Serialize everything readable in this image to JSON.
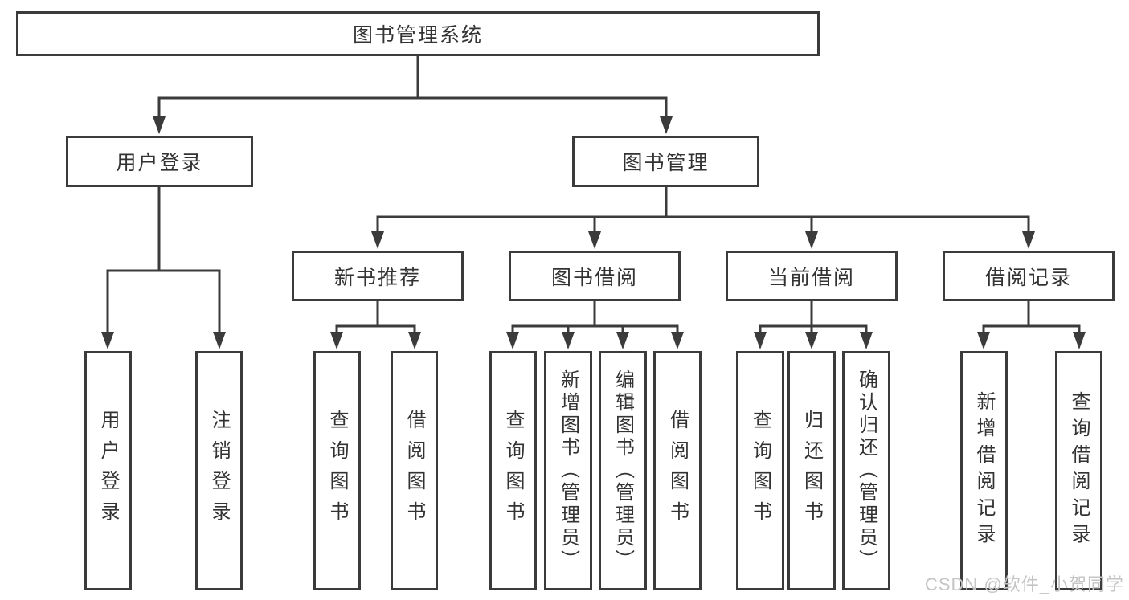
{
  "diagram": {
    "root": {
      "label": "图书管理系统"
    },
    "user_login": {
      "label": "用户登录",
      "children": [
        {
          "label": "用户登录"
        },
        {
          "label": "注销登录"
        }
      ]
    },
    "book_mgmt": {
      "label": "图书管理",
      "groups": [
        {
          "label": "新书推荐",
          "children": [
            {
              "label": "查询图书"
            },
            {
              "label": "借阅图书"
            }
          ]
        },
        {
          "label": "图书借阅",
          "children": [
            {
              "label": "查询图书"
            },
            {
              "label": "新增图书（管理员）"
            },
            {
              "label": "编辑图书（管理员）"
            },
            {
              "label": "借阅图书"
            }
          ]
        },
        {
          "label": "当前借阅",
          "children": [
            {
              "label": "查询图书"
            },
            {
              "label": "归还图书"
            },
            {
              "label": "确认归还（管理员）"
            }
          ]
        },
        {
          "label": "借阅记录",
          "children": [
            {
              "label": "新增借阅记录"
            },
            {
              "label": "查询借阅记录"
            }
          ]
        }
      ]
    }
  },
  "watermark": "CSDN @软件_小贺同学",
  "colors": {
    "line": "#3b3b3b",
    "text": "#333333",
    "watermark": "#c5c5c5",
    "background": "#ffffff",
    "box_fill": "#ffffff"
  }
}
